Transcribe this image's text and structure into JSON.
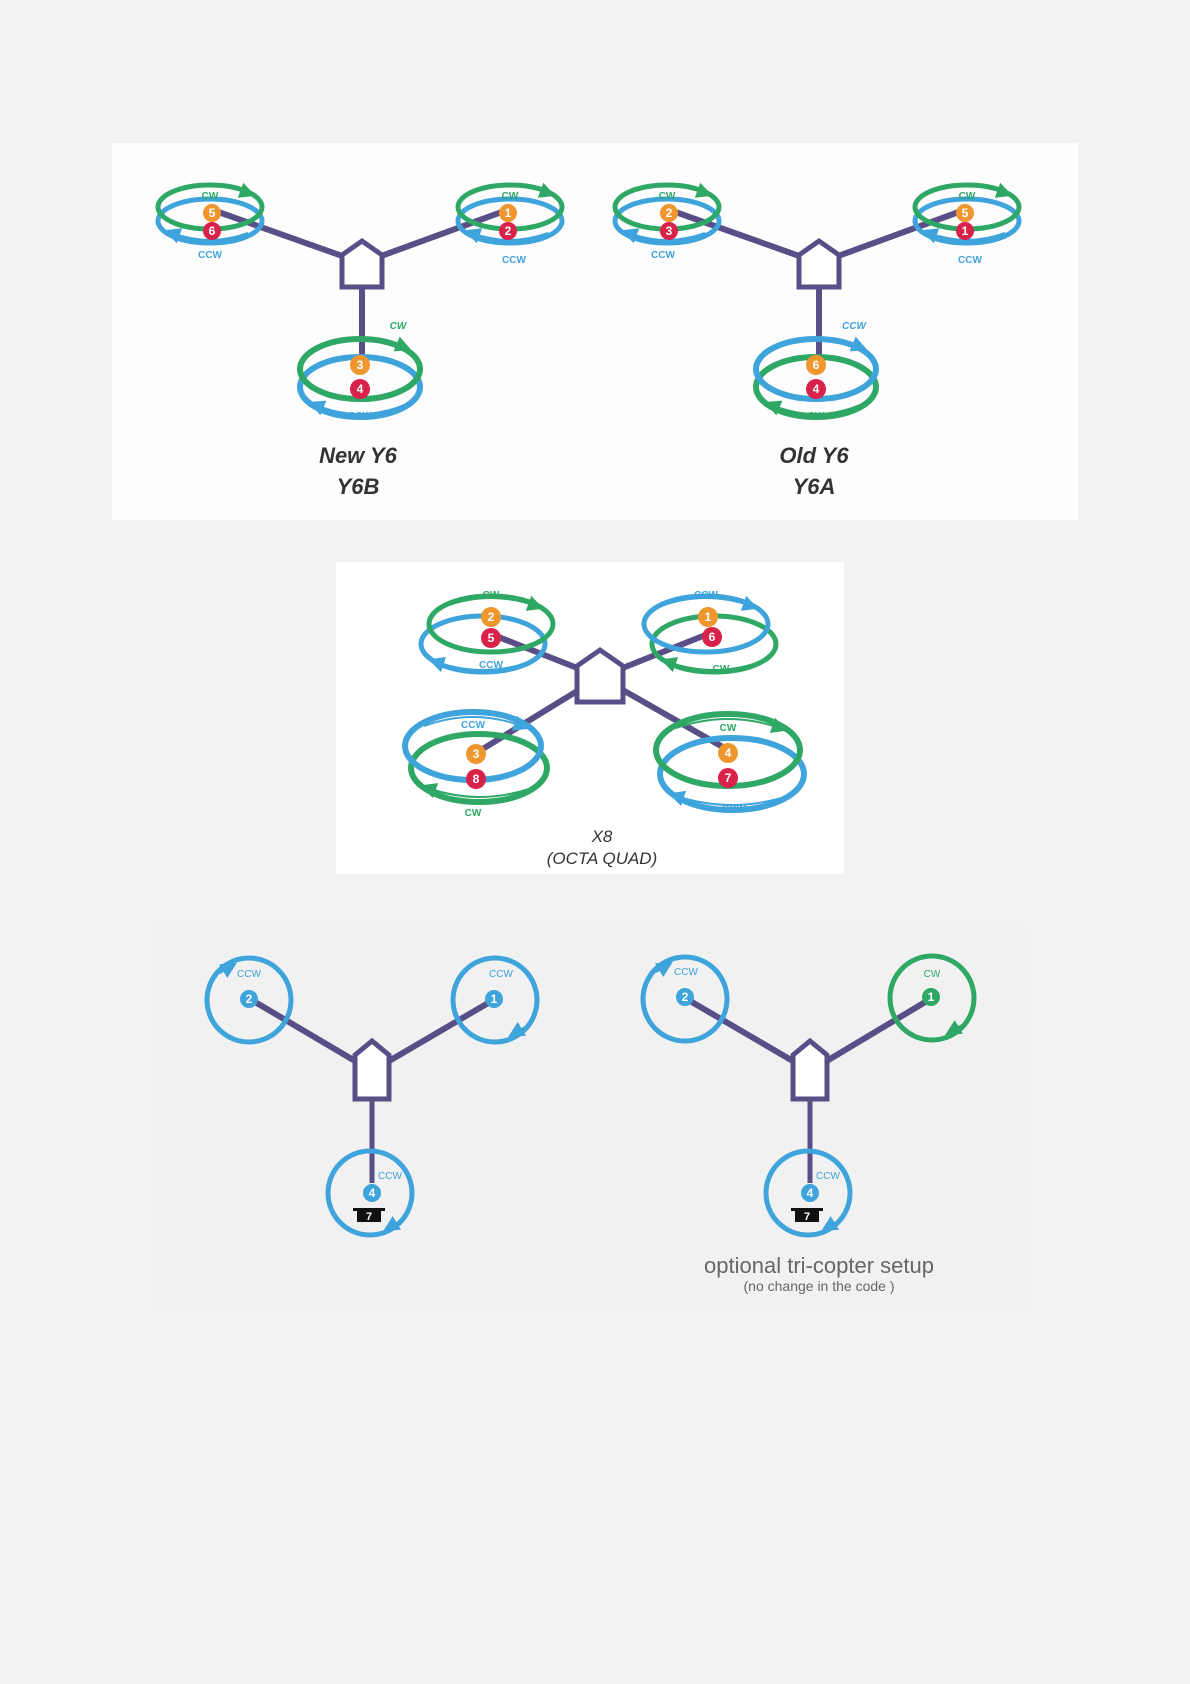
{
  "colors": {
    "cw": "#2fa866",
    "ccw": "#3fa3dc",
    "frame": "#5a4e86",
    "top_motor": "#f0962e",
    "bottom_motor": "#d9224a",
    "text": "#333333"
  },
  "y6_panel": {
    "new_y6": {
      "title": "New Y6",
      "subtitle": "Y6B",
      "left": {
        "cw": "CW",
        "ccw": "CCW",
        "top": "5",
        "bottom": "6"
      },
      "right": {
        "cw": "CW",
        "ccw": "CCW",
        "top": "1",
        "bottom": "2"
      },
      "tail": {
        "cw": "CW",
        "ccw": "CCW",
        "top": "3",
        "bottom": "4"
      }
    },
    "old_y6": {
      "title": "Old Y6",
      "subtitle": "Y6A",
      "left": {
        "cw": "CW",
        "ccw": "CCW",
        "top": "2",
        "bottom": "3"
      },
      "right": {
        "cw": "CW",
        "ccw": "CCW",
        "top": "5",
        "bottom": "1"
      },
      "tail": {
        "cw": "CW",
        "ccw": "CCW",
        "top": "6",
        "bottom": "4"
      }
    }
  },
  "x8_panel": {
    "title": "X8",
    "subtitle": "(OCTA QUAD)",
    "front_left": {
      "upper_label": "CW",
      "lower_label": "CCW",
      "top": "2",
      "bottom": "5"
    },
    "front_right": {
      "upper_label": "CCW",
      "lower_label": "CW",
      "top": "1",
      "bottom": "6"
    },
    "rear_left": {
      "upper_label": "CCW",
      "lower_label": "CW",
      "top": "3",
      "bottom": "8"
    },
    "rear_right": {
      "upper_label": "CW",
      "lower_label": "CCW",
      "top": "4",
      "bottom": "7"
    }
  },
  "tri_panel": {
    "standard": {
      "left": {
        "label": "CCW",
        "motor": "2"
      },
      "right": {
        "label": "CCW",
        "motor": "1"
      },
      "tail": {
        "label": "CCW",
        "motor": "4",
        "servo": "7"
      }
    },
    "optional": {
      "left": {
        "label": "CCW",
        "motor": "2"
      },
      "right": {
        "label": "CW",
        "motor": "1"
      },
      "tail": {
        "label": "CCW",
        "motor": "4",
        "servo": "7"
      },
      "caption": "optional tri-copter setup",
      "note": "(no change in the code )"
    }
  }
}
